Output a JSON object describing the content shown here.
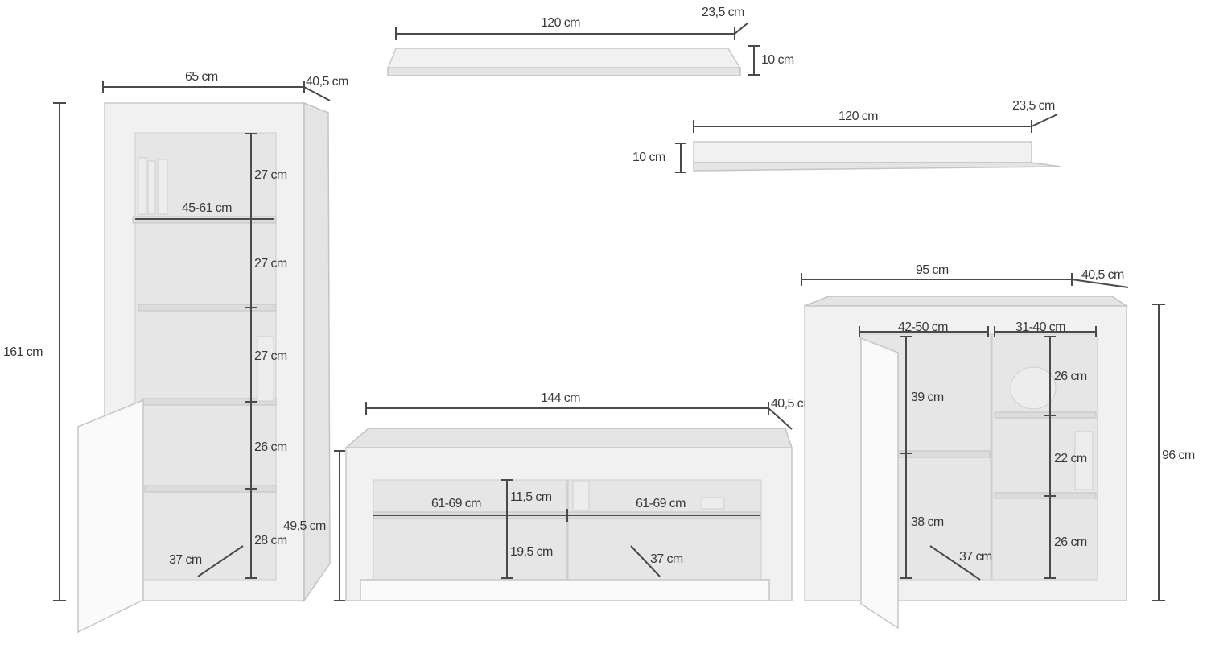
{
  "diagram": {
    "wall_shelf_top": {
      "width": "120 cm",
      "depth": "23,5 cm",
      "height": "10 cm"
    },
    "wall_shelf_bottom": {
      "width": "120 cm",
      "depth": "23,5 cm",
      "height": "10 cm"
    },
    "tall_cabinet": {
      "width": "65 cm",
      "depth": "40,5 cm",
      "height": "161 cm",
      "inner_width": "45-61 cm",
      "compartments": [
        "27 cm",
        "27 cm",
        "27 cm",
        "26 cm",
        "28 cm"
      ],
      "inner_depth": "37 cm"
    },
    "tv_board": {
      "width": "144 cm",
      "depth": "40,5 cm",
      "height": "49,5 cm",
      "left_width": "61-69 cm",
      "right_width": "61-69 cm",
      "upper_height": "11,5 cm",
      "lower_height": "19,5 cm",
      "inner_depth": "37 cm"
    },
    "sideboard": {
      "width": "95 cm",
      "depth": "40,5 cm",
      "height": "96 cm",
      "left_width": "42-50 cm",
      "right_width": "31-40 cm",
      "left_heights": [
        "39 cm",
        "38 cm"
      ],
      "right_heights": [
        "26 cm",
        "22 cm",
        "26 cm"
      ],
      "inner_depth": "37 cm"
    }
  }
}
